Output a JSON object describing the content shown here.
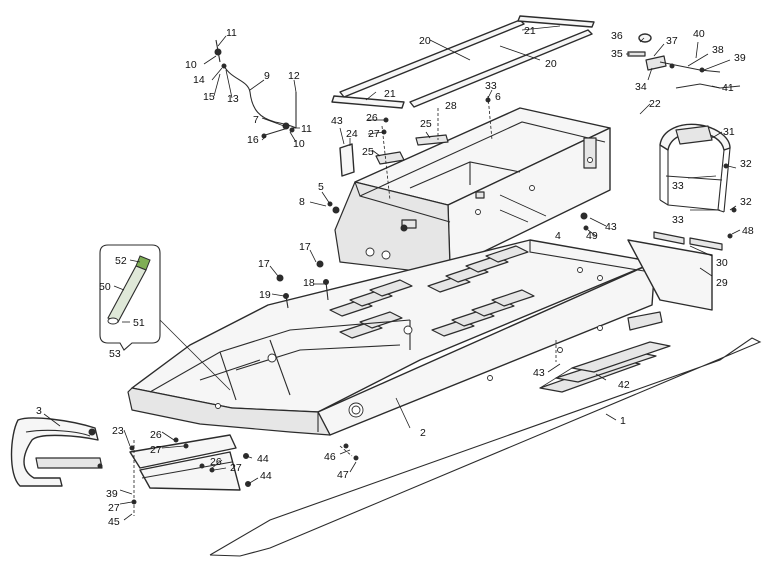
{
  "diagram": {
    "callouts": {
      "c1": "1",
      "c2": "2",
      "c3": "3",
      "c4": "4",
      "c5": "5",
      "c6": "6",
      "c7": "7",
      "c8": "8",
      "c9": "9",
      "c10a": "10",
      "c10b": "10",
      "c11a": "11",
      "c11b": "11",
      "c12": "12",
      "c13": "13",
      "c14": "14",
      "c15": "15",
      "c16": "16",
      "c17a": "17",
      "c17b": "17",
      "c18": "18",
      "c19": "19",
      "c20a": "20",
      "c20b": "20",
      "c21a": "21",
      "c21b": "21",
      "c22": "22",
      "c23": "23",
      "c24": "24",
      "c25a": "25",
      "c25b": "25",
      "c26a": "26",
      "c26b": "26",
      "c26c": "26",
      "c27a": "27",
      "c27b": "27",
      "c27c": "27",
      "c27d": "27",
      "c28": "28",
      "c29": "29",
      "c30": "30",
      "c31": "31",
      "c32a": "32",
      "c32b": "32",
      "c33a": "33",
      "c33b": "33",
      "c33c": "33",
      "c34": "34",
      "c35": "35",
      "c36": "36",
      "c37": "37",
      "c38": "38",
      "c39a": "39",
      "c39b": "39",
      "c40": "40",
      "c41": "41",
      "c42": "42",
      "c43a": "43",
      "c43b": "43",
      "c43c": "43",
      "c44a": "44",
      "c44b": "44",
      "c45": "45",
      "c46": "46",
      "c47": "47",
      "c48": "48",
      "c49": "49",
      "c50": "50",
      "c51": "51",
      "c52": "52",
      "c53": "53"
    }
  }
}
